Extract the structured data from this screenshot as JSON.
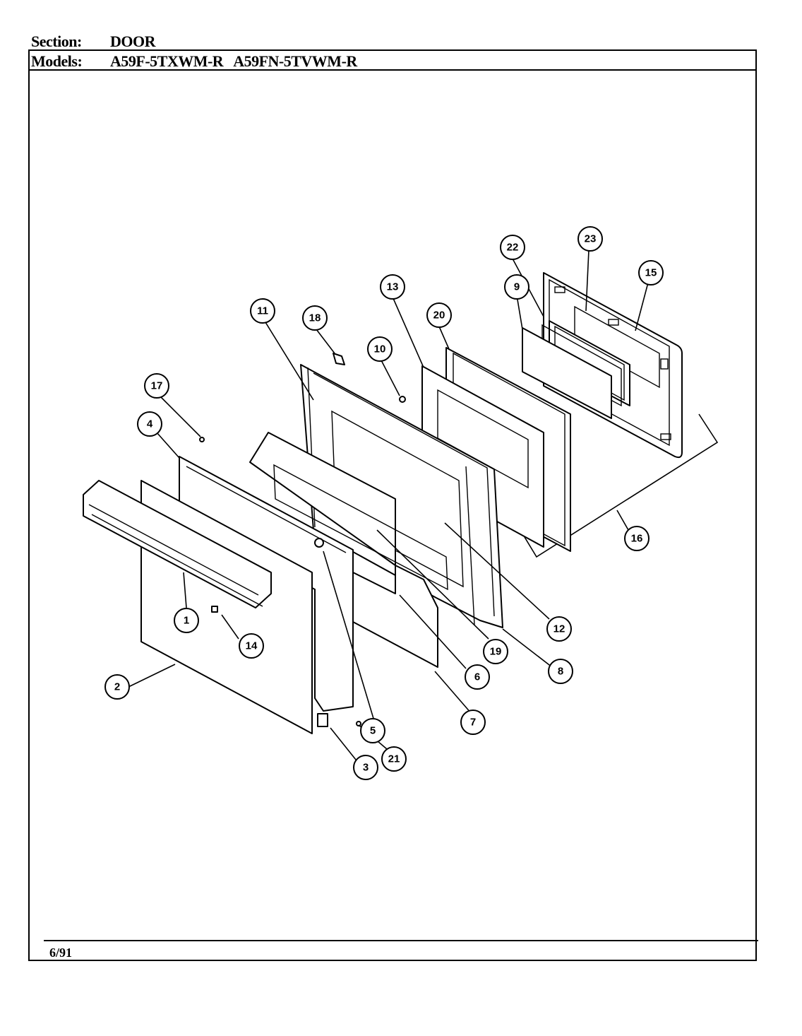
{
  "header": {
    "section_label": "Section:",
    "section_value": "DOOR",
    "models_label": "Models:",
    "models": [
      "A59F-5TXWM-R",
      "A59FN-5TVWM-R"
    ]
  },
  "footer": {
    "date_code": "6/91"
  },
  "callouts": [
    "1",
    "2",
    "3",
    "4",
    "5",
    "6",
    "7",
    "8",
    "9",
    "10",
    "11",
    "12",
    "13",
    "14",
    "15",
    "16",
    "17",
    "18",
    "19",
    "20",
    "21",
    "22",
    "23"
  ]
}
